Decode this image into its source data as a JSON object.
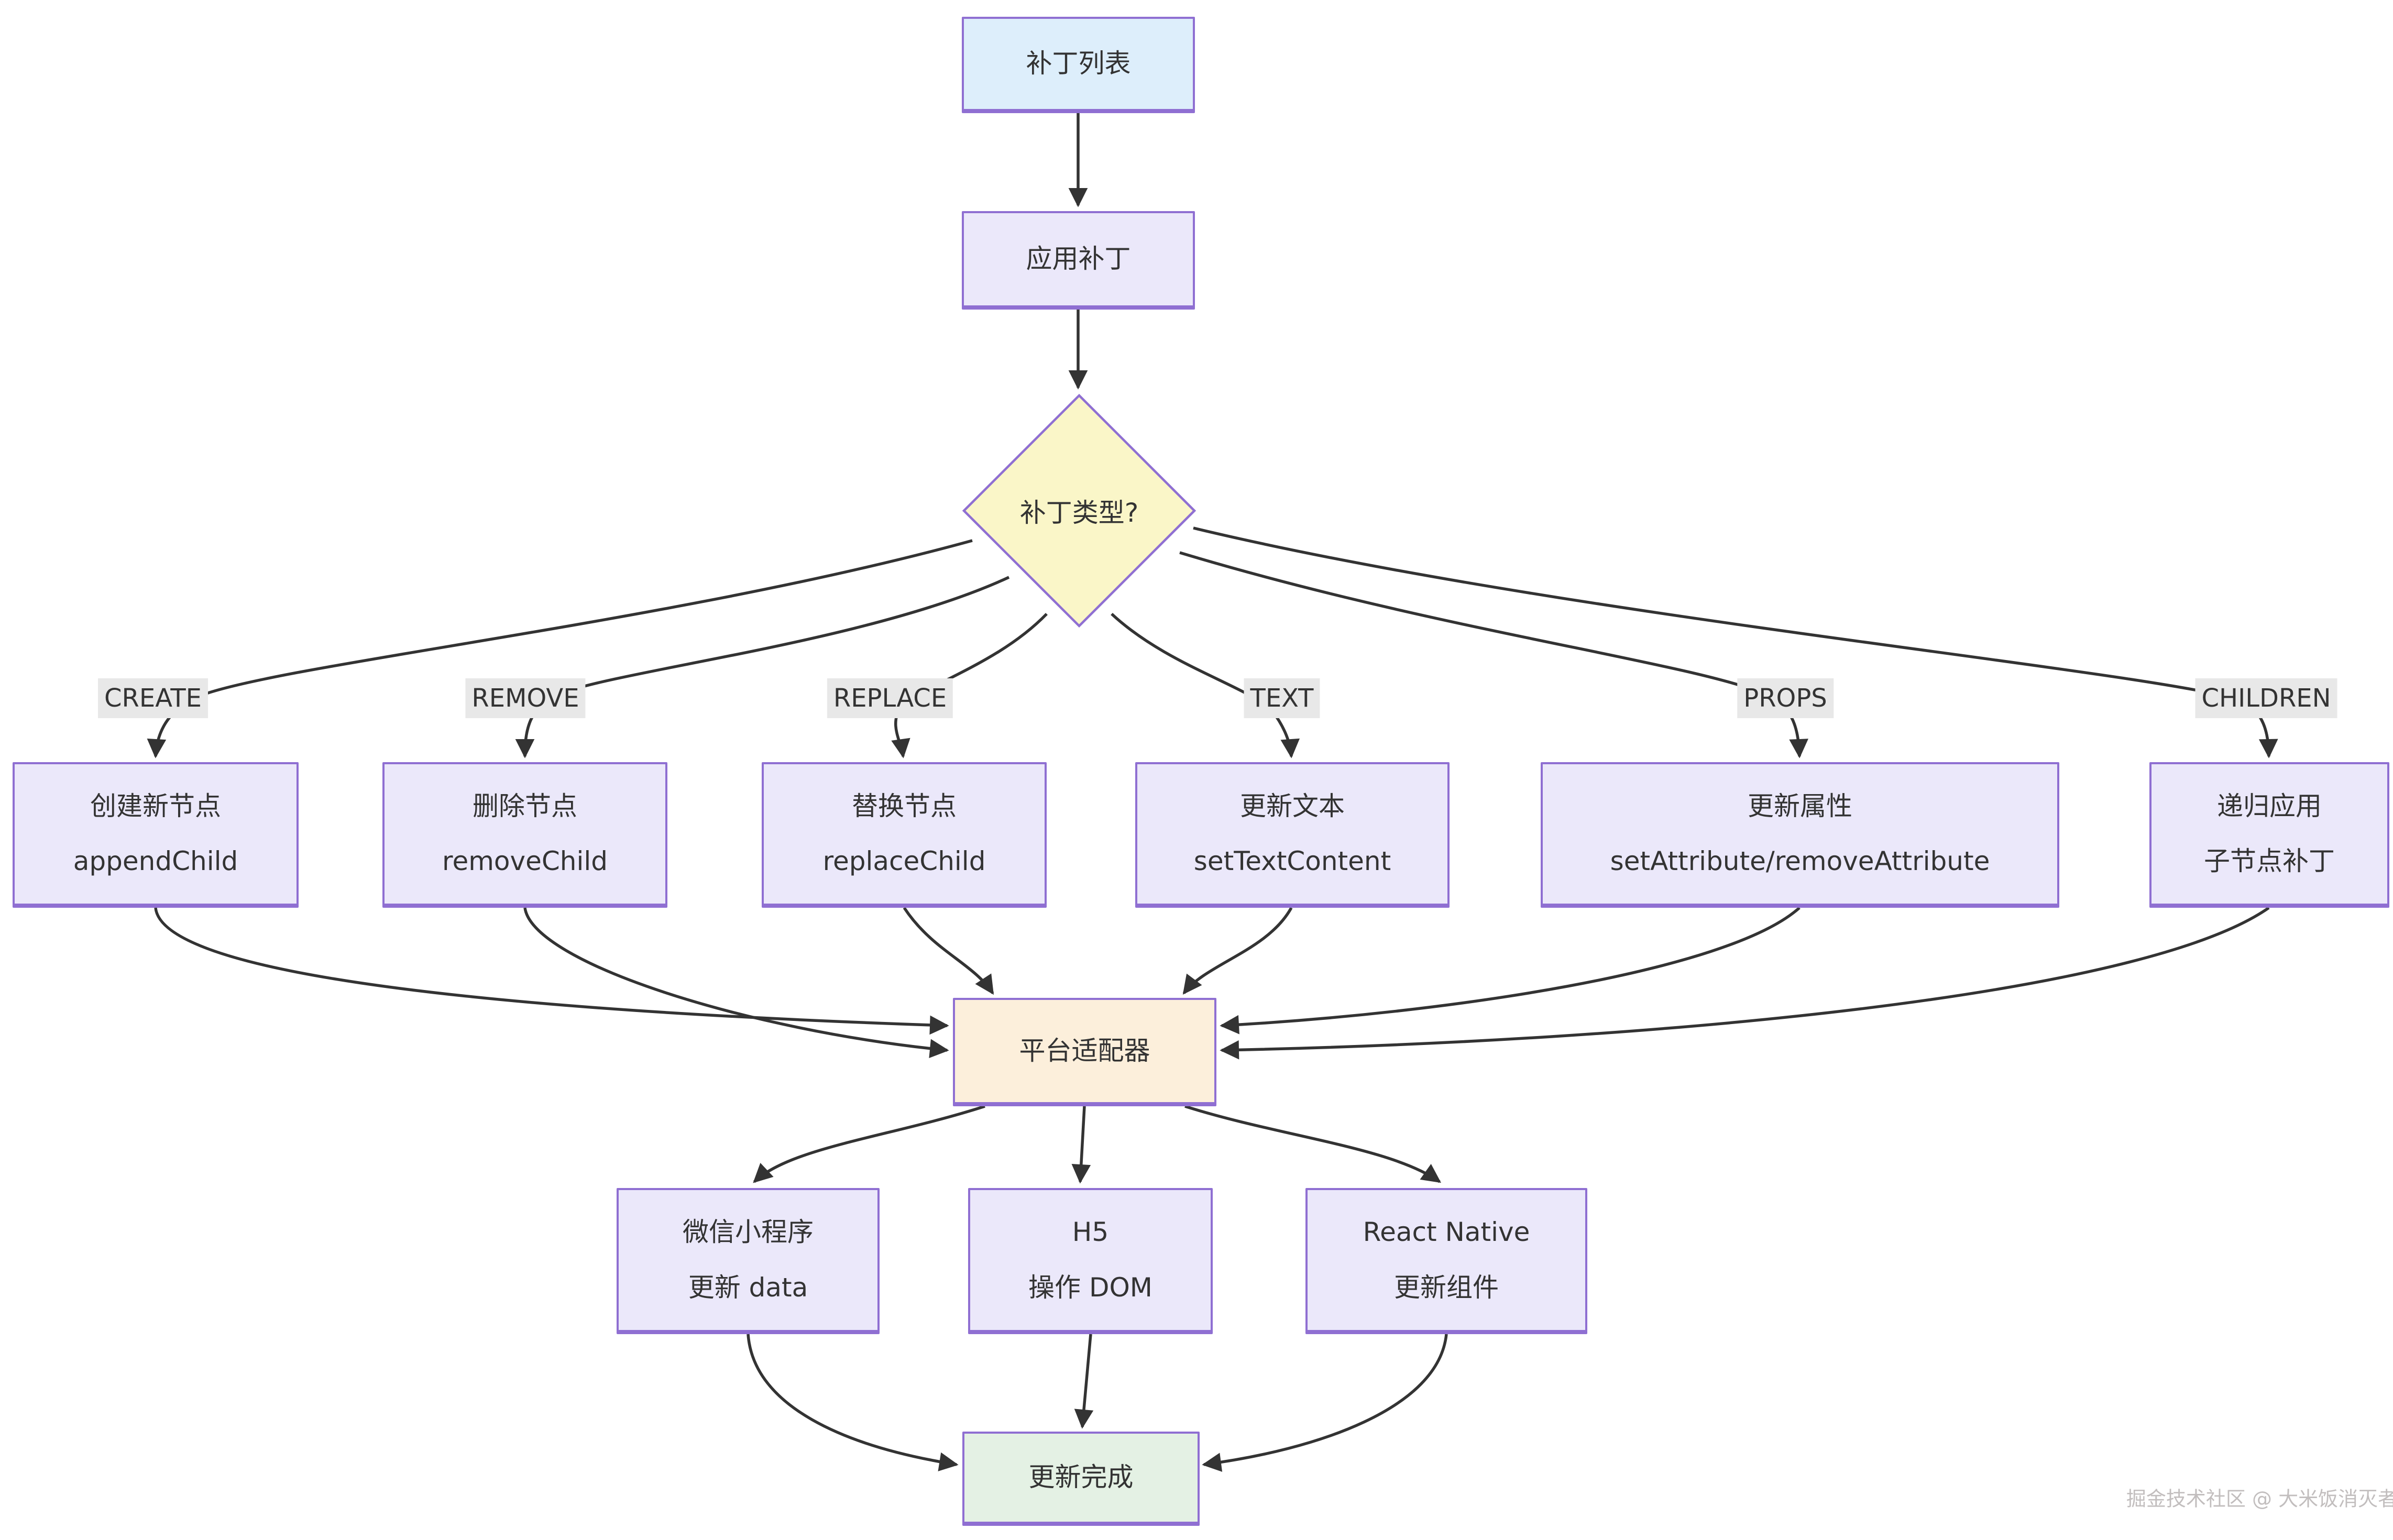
{
  "nodes": {
    "patchList": {
      "label": "补丁列表"
    },
    "applyPatch": {
      "label": "应用补丁"
    },
    "patchType": {
      "label": "补丁类型?"
    },
    "createNode": {
      "line1": "创建新节点",
      "line2": "appendChild"
    },
    "removeNode": {
      "line1": "删除节点",
      "line2": "removeChild"
    },
    "replaceNode": {
      "line1": "替换节点",
      "line2": "replaceChild"
    },
    "updateText": {
      "line1": "更新文本",
      "line2": "setTextContent"
    },
    "updateProps": {
      "line1": "更新属性",
      "line2": "setAttribute/removeAttribute"
    },
    "recurseChildren": {
      "line1": "递归应用",
      "line2": "子节点补丁"
    },
    "platformAdapter": {
      "label": "平台适配器"
    },
    "wechatMini": {
      "line1": "微信小程序",
      "line2": "更新 data"
    },
    "h5": {
      "line1": "H5",
      "line2": "操作 DOM"
    },
    "reactNative": {
      "line1": "React Native",
      "line2": "更新组件"
    },
    "updateDone": {
      "label": "更新完成"
    }
  },
  "edgeLabels": {
    "create": "CREATE",
    "remove": "REMOVE",
    "replace": "REPLACE",
    "text": "TEXT",
    "props": "PROPS",
    "children": "CHILDREN"
  },
  "edges": [
    {
      "from": "补丁列表",
      "to": "应用补丁",
      "label": ""
    },
    {
      "from": "应用补丁",
      "to": "补丁类型?",
      "label": ""
    },
    {
      "from": "补丁类型?",
      "to": "创建新节点 appendChild",
      "label": "CREATE"
    },
    {
      "from": "补丁类型?",
      "to": "删除节点 removeChild",
      "label": "REMOVE"
    },
    {
      "from": "补丁类型?",
      "to": "替换节点 replaceChild",
      "label": "REPLACE"
    },
    {
      "from": "补丁类型?",
      "to": "更新文本 setTextContent",
      "label": "TEXT"
    },
    {
      "from": "补丁类型?",
      "to": "更新属性 setAttribute/removeAttribute",
      "label": "PROPS"
    },
    {
      "from": "补丁类型?",
      "to": "递归应用 子节点补丁",
      "label": "CHILDREN"
    },
    {
      "from": "创建新节点 appendChild",
      "to": "平台适配器",
      "label": ""
    },
    {
      "from": "删除节点 removeChild",
      "to": "平台适配器",
      "label": ""
    },
    {
      "from": "替换节点 replaceChild",
      "to": "平台适配器",
      "label": ""
    },
    {
      "from": "更新文本 setTextContent",
      "to": "平台适配器",
      "label": ""
    },
    {
      "from": "更新属性 setAttribute/removeAttribute",
      "to": "平台适配器",
      "label": ""
    },
    {
      "from": "递归应用 子节点补丁",
      "to": "平台适配器",
      "label": ""
    },
    {
      "from": "平台适配器",
      "to": "微信小程序 更新 data",
      "label": ""
    },
    {
      "from": "平台适配器",
      "to": "H5 操作 DOM",
      "label": ""
    },
    {
      "from": "平台适配器",
      "to": "React Native 更新组件",
      "label": ""
    },
    {
      "from": "微信小程序 更新 data",
      "to": "更新完成",
      "label": ""
    },
    {
      "from": "H5 操作 DOM",
      "to": "更新完成",
      "label": ""
    },
    {
      "from": "React Native 更新组件",
      "to": "更新完成",
      "label": ""
    }
  ],
  "watermark": "掘金技术社区 @ 大米饭消灭者",
  "colors": {
    "blue": "#ddeefb",
    "lavender": "#ebe8fa",
    "yellow": "#faf6c8",
    "peach": "#fcefdb",
    "green": "#e4f1e4",
    "border": "#8f6fd2",
    "edge": "#333333",
    "labelBg": "#e8e8e8",
    "text": "#333333",
    "watermark": "#c2bebe"
  }
}
